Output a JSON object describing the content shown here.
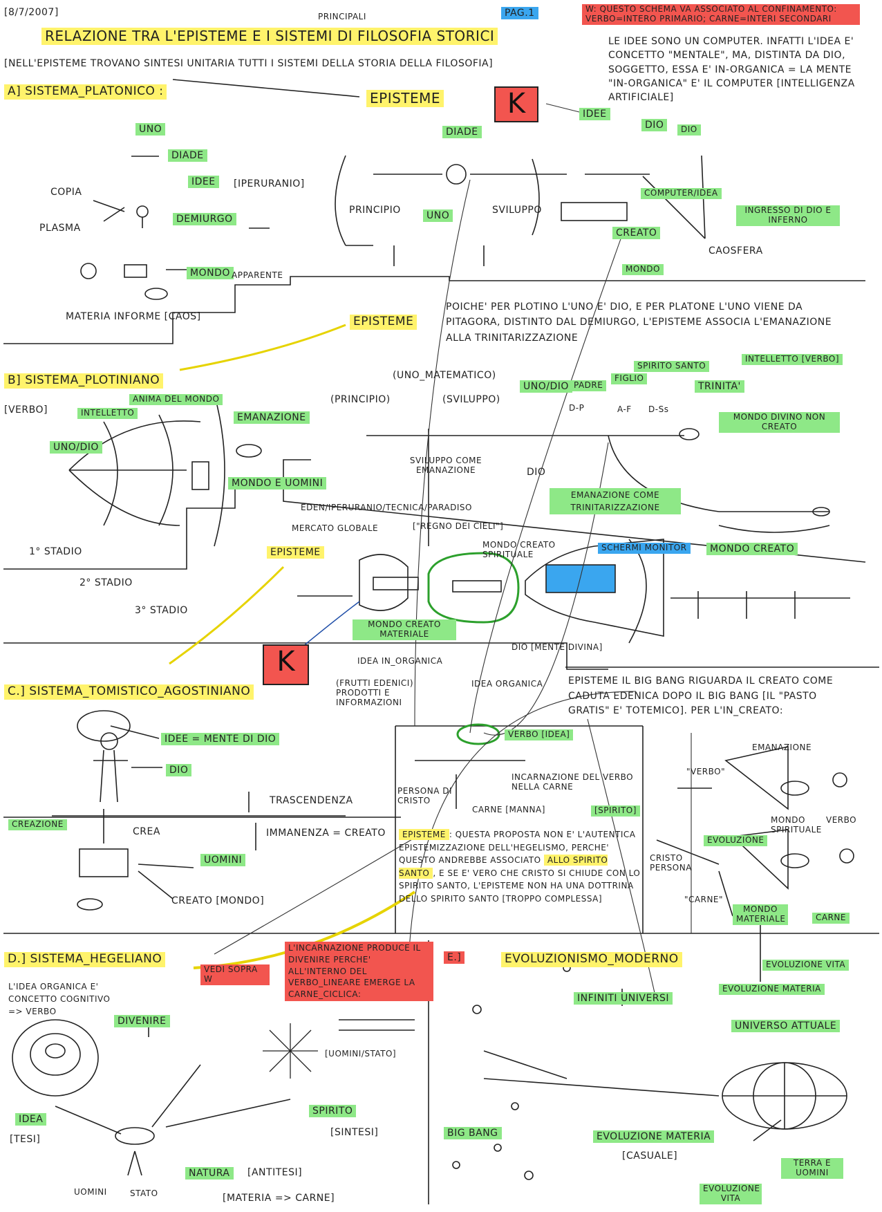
{
  "header": {
    "date": "[8/7/2007]",
    "page": "PAG.1",
    "principali": "PRINCIPALI",
    "title": "RELAZIONE TRA L'EPISTEME E I SISTEMI DI FILOSOFIA STORICI",
    "subtitle": "[NELL'EPISTEME TROVANO SINTESI UNITARIA TUTTI I SISTEMI DELLA STORIA DELLA FILOSOFIA]",
    "w_note": "W: QUESTO SCHEMA VA ASSOCIATO AL CONFINAMENTO: VERBO=INTERO PRIMARIO; CARNE=INTERI SECONDARI"
  },
  "computer_note": "LE IDEE SONO UN COMPUTER. INFATTI L'IDEA E' CONCETTO \"MENTALE\", MA, DISTINTA DA DIO, SOGGETTO, ESSA E' IN-ORGANICA = LA MENTE \"IN-ORGANICA\" E' IL COMPUTER [INTELLIGENZA ARTIFICIALE]",
  "section_a": {
    "title": "A] SISTEMA_PLATONICO :",
    "episteme": "EPISTEME",
    "uno": "UNO",
    "diade": "DIADE",
    "idee": "IDEE",
    "iperuranio": "[IPERURANIO]",
    "copia": "COPIA",
    "plasma": "PLASMA",
    "demiurgo": "DEMIURGO",
    "mondo": "MONDO",
    "apparente": "APPARENTE",
    "materia": "MATERIA INFORME [CAOS]",
    "principio": "PRINCIPIO",
    "uno2": "UNO",
    "sviluppo": "SVILUPPO",
    "diade2": "DIADE",
    "idee2": "IDEE",
    "dio": "DIO",
    "dio2": "DIO",
    "computer_idea": "COMPUTER/IDEA",
    "ingresso": "INGRESSO DI DIO E INFERNO",
    "creato": "CREATO",
    "caosfera": "CAOSFERA",
    "mondo2": "MONDO"
  },
  "plotino_note": "POICHE' PER PLOTINO L'UNO E' DIO, E PER PLATONE L'UNO VIENE DA PITAGORA, DISTINTO DAL DEMIURGO, L'EPISTEME ASSOCIA L'EMANAZIONE ALLA TRINITARIZZAZIONE",
  "section_b": {
    "episteme": "EPISTEME",
    "title": "B] SISTEMA_PLOTINIANO",
    "verbo": "[VERBO]",
    "intelletto": "INTELLETTO",
    "anima": "ANIMA DEL MONDO",
    "emanazione": "EMANAZIONE",
    "uno_dio": "UNO/DIO",
    "mondo_uomini": "MONDO E UOMINI",
    "stadio1": "1° STADIO",
    "stadio2": "2° STADIO",
    "stadio3": "3° STADIO",
    "uno_matematico": "(UNO_MATEMATICO)",
    "principio": "(PRINCIPIO)",
    "sviluppo": "(SVILUPPO)",
    "sviluppo_come": "SVILUPPO COME EMANAZIONE",
    "dio": "DIO",
    "uno_dio2": "UNO/DIO",
    "padre": "PADRE",
    "figlio": "FIGLIO",
    "spirito_santo": "SPIRITO SANTO",
    "trinita": "TRINITA'",
    "intelletto_verbo": "INTELLETTO [VERBO]",
    "dp": "D-P",
    "af": "A-F",
    "dss": "D-Ss",
    "mondo_divino": "MONDO DIVINO NON CREATO",
    "emanazione_come": "EMANAZIONE COME TRINITARIZZAZIONE",
    "eden": "EDEN/IPERURANIO/TECNICA/PARADISO",
    "mercato": "MERCATO GLOBALE",
    "regno": "[\"REGNO DEI CIELI\"]",
    "episteme2": "EPISTEME",
    "mondo_creato_spirituale": "MONDO CREATO SPIRITUALE",
    "schermi": "SCHERMI MONITOR",
    "mondo_creato": "MONDO CREATO",
    "mondo_materiale": "MONDO CREATO MATERIALE",
    "dio_mente": "DIO [MENTE DIVINA]",
    "idea_inorganica": "IDEA IN_ORGANICA",
    "frutti": "(FRUTTI EDENICI) PRODOTTI E INFORMAZIONI",
    "idea_organica": "IDEA ORGANICA",
    "big_bang_note": "EPISTEME IL BIG BANG RIGUARDA IL CREATO COME CADUTA EDENICA DOPO IL BIG BANG [IL \"PASTO GRATIS\" E' TOTEMICO]. PER L'IN_CREATO:"
  },
  "section_c": {
    "title": "C.] SISTEMA_TOMISTICO_AGOSTINIANO",
    "idee_mente": "IDEE = MENTE DI DIO",
    "dio": "DIO",
    "trascendenza": "TRASCENDENZA",
    "creazione": "CREAZIONE",
    "crea": "CREA",
    "immanenza": "IMMANENZA = CREATO",
    "uomini": "UOMINI",
    "creato_mondo": "CREATO [MONDO]",
    "verbo_idea": "VERBO [IDEA]",
    "incarnazione": "INCARNAZIONE DEL VERBO NELLA CARNE",
    "persona": "PERSONA DI CRISTO",
    "carne_manna": "CARNE [MANNA]",
    "spirito": "[SPIRITO]",
    "episteme_note_label": "EPISTEME",
    "episteme_note": ": QUESTA PROPOSTA NON E' L'AUTENTICA EPISTEMIZZAZIONE DELL'HEGELISMO, PERCHE' QUESTO ANDREBBE ASSOCIATO",
    "spirito_santo_label": "ALLO SPIRITO SANTO",
    "episteme_note2": ", E SE E' VERO CHE CRISTO SI CHIUDE CON LO SPIRITO SANTO, L'EPISTEME NON HA UNA DOTTRINA DELLO SPIRITO SANTO [TROPPO COMPLESSA]",
    "emanazione": "EMANAZIONE",
    "verbo_q": "\"VERBO\"",
    "mondo_spirituale": "MONDO SPIRITUALE",
    "verbo": "VERBO",
    "evoluzione": "EVOLUZIONE",
    "cristo_persona": "CRISTO PERSONA",
    "carne_q": "\"CARNE\"",
    "mondo_materiale": "MONDO MATERIALE",
    "carne": "CARNE",
    "evoluzione_vita": "EVOLUZIONE VITA",
    "evoluzione_materia": "EVOLUZIONE MATERIA"
  },
  "section_d": {
    "title": "D.] SISTEMA_HEGELIANO",
    "vedi_sopra": "VEDI SOPRA W",
    "incarnazione_note": "L'INCARNAZIONE PRODUCE IL DIVENIRE PERCHE' ALL'INTERNO DEL VERBO_LINEARE EMERGE LA CARNE_CICLICA:",
    "idea_organica": "L'IDEA ORGANICA E' CONCETTO COGNITIVO => VERBO",
    "divenire": "DIVENIRE",
    "uomini_stato": "[UOMINI/STATO]",
    "idea": "IDEA",
    "tesi": "[TESI]",
    "spirito": "SPIRITO",
    "sintesi": "[SINTESI]",
    "natura": "NATURA",
    "antitesi": "[ANTITESI]",
    "materia_carne": "[MATERIA => CARNE]",
    "uomini": "UOMINI",
    "stato": "STATO"
  },
  "section_e": {
    "title": "E.]",
    "name": "EVOLUZIONISMO_MODERNO",
    "infiniti": "INFINITI UNIVERSI",
    "universo": "UNIVERSO ATTUALE",
    "big_bang": "BIG BANG",
    "evoluzione_materia": "EVOLUZIONE MATERIA",
    "casuale": "[CASUALE]",
    "terra": "TERRA E UOMINI",
    "evoluzione_vita": "EVOLUZIONE VITA"
  },
  "k_label": "K",
  "colors": {
    "green": "#8ee887",
    "yellow": "#fff36b",
    "red": "#f2554f",
    "blue": "#3aa6ef"
  }
}
